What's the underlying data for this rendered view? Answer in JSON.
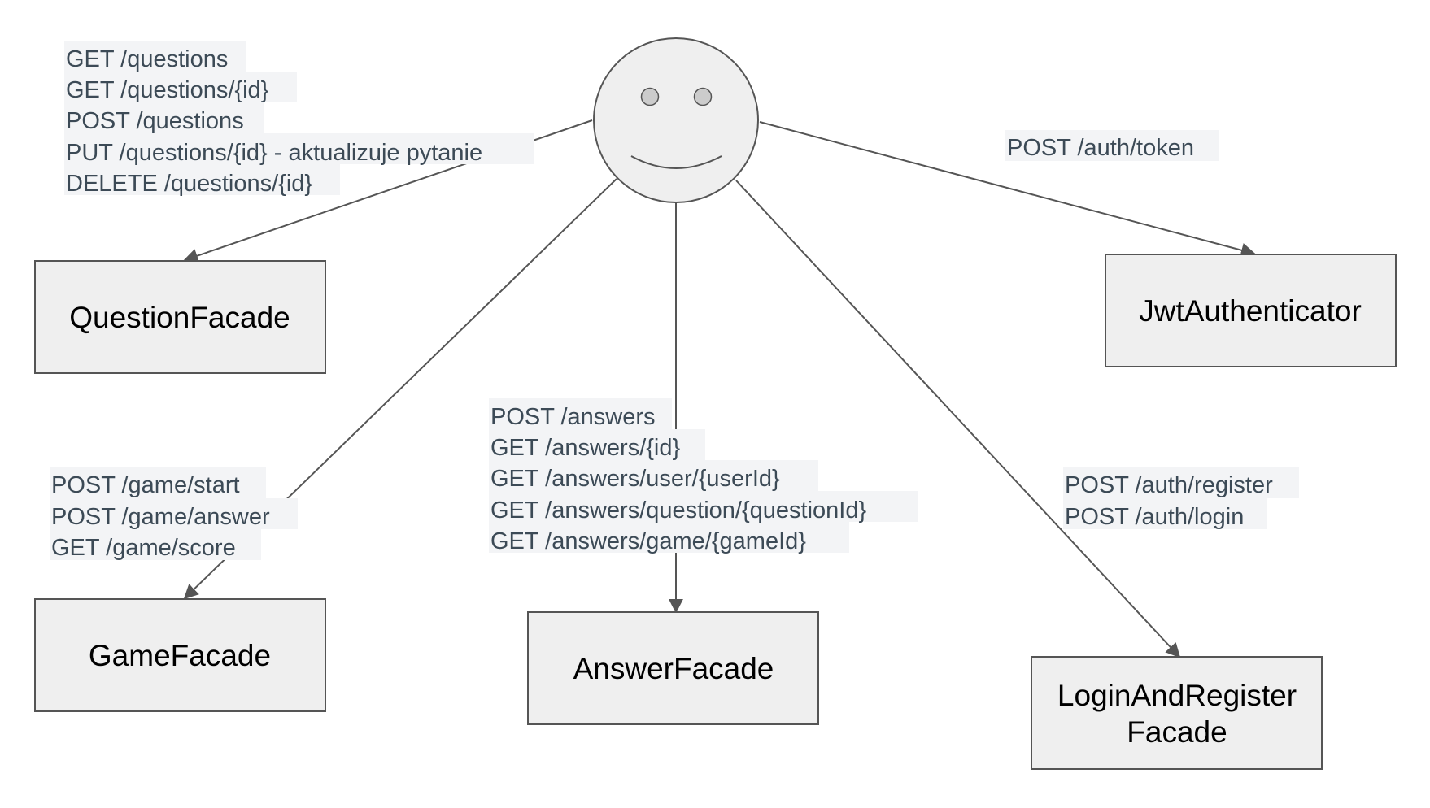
{
  "diagram": {
    "actor": {
      "icon": "smiley-actor-icon"
    },
    "boxes": {
      "question_facade": "QuestionFacade",
      "game_facade": "GameFacade",
      "answer_facade": "AnswerFacade",
      "jwt_authenticator": "JwtAuthenticator",
      "login_and_register_facade": [
        "LoginAndRegister",
        "Facade"
      ]
    },
    "edge_labels": {
      "question_facade": [
        "GET /questions",
        "GET /questions/{id}",
        "POST /questions",
        "PUT /questions/{id} - aktualizuje pytanie",
        "DELETE /questions/{id}"
      ],
      "game_facade": [
        "POST /game/start",
        "POST /game/answer",
        "GET /game/score"
      ],
      "answer_facade": [
        "POST /answers",
        "GET /answers/{id}",
        "GET /answers/user/{userId}",
        "GET /answers/question/{questionId}",
        "GET /answers/game/{gameId}"
      ],
      "jwt_authenticator": [
        "POST /auth/token"
      ],
      "login_and_register_facade": [
        "POST /auth/register",
        "POST /auth/login"
      ]
    }
  }
}
